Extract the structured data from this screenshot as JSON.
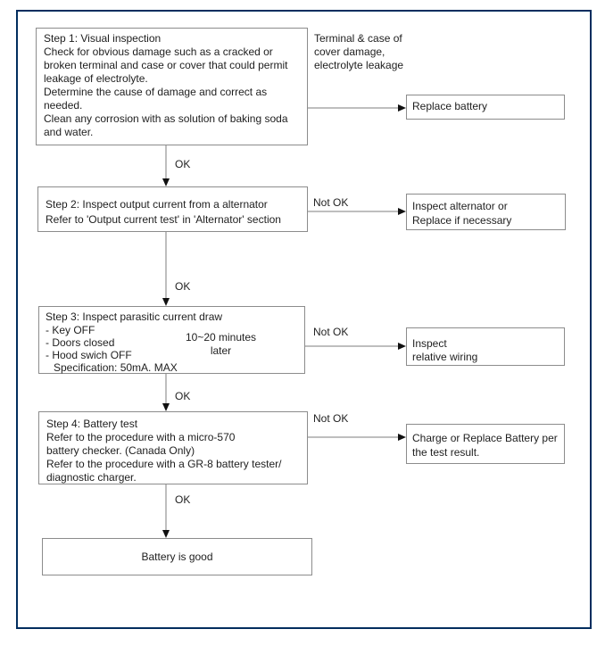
{
  "frame": {
    "border_color": "#002d5e",
    "background": "#ffffff",
    "box_border_color": "#8c8c8c",
    "line_color": "#7d7d7d"
  },
  "labels": {
    "ok": "OK",
    "not_ok": "Not OK"
  },
  "flow": {
    "step1": {
      "lines": [
        "Step 1: Visual inspection",
        "Check for obvious damage such as a cracked or",
        "broken terminal and case or cover that could permit",
        "leakage of electrolyte.",
        "Determine the cause of damage and correct as",
        "needed.",
        "Clean any corrosion with as solution of baking soda",
        "and water."
      ]
    },
    "terminal_note": {
      "lines": [
        "Terminal & case of",
        "cover damage,",
        "electrolyte leakage"
      ]
    },
    "replace_battery": {
      "text": "Replace battery"
    },
    "step2": {
      "lines": [
        "Step 2: Inspect output current from a alternator",
        "Refer to 'Output current test' in 'Alternator' section"
      ]
    },
    "inspect_alternator": {
      "lines": [
        "Inspect alternator or",
        "Replace if necessary"
      ]
    },
    "step3": {
      "title": "Step 3: Inspect parasitic current draw",
      "conditions": [
        "- Key OFF",
        "- Doors closed",
        "- Hood swich OFF"
      ],
      "spec": "Specification: 50mA. MAX",
      "wait_note": {
        "lines": [
          "10~20 minutes",
          "later"
        ]
      }
    },
    "inspect_wiring": {
      "lines": [
        "Inspect",
        "relative wiring"
      ]
    },
    "step4": {
      "lines": [
        "Step 4: Battery test",
        "Refer to the procedure with a micro-570",
        "battery checker. (Canada Only)",
        "Refer to the procedure with a GR-8 battery tester/",
        "diagnostic charger."
      ]
    },
    "charge_replace": {
      "lines": [
        "Charge or Replace Battery per",
        "the test result."
      ]
    },
    "battery_good": {
      "text": "Battery is good"
    }
  }
}
